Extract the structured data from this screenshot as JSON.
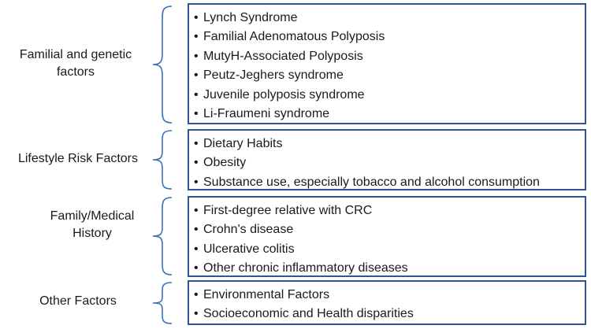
{
  "groups": [
    {
      "label": "Familial and genetic factors",
      "items": [
        "Lynch Syndrome",
        "Familial Adenomatous Polyposis",
        "MutyH-Associated Polyposis",
        "Peutz-Jeghers syndrome",
        "Juvenile polyposis syndrome",
        "Li-Fraumeni syndrome"
      ]
    },
    {
      "label": "Lifestyle Risk Factors",
      "items": [
        "Dietary Habits",
        "Obesity",
        "Substance use, especially tobacco and alcohol consumption"
      ]
    },
    {
      "label": "Family/Medical History",
      "items": [
        "First-degree relative with CRC",
        "Crohn's disease",
        "Ulcerative colitis",
        "Other chronic inflammatory diseases"
      ]
    },
    {
      "label": "Other Factors",
      "items": [
        "Environmental Factors",
        "Socioeconomic and Health disparities"
      ]
    }
  ],
  "colors": {
    "box_border": "#2f5597",
    "brace": "#3c6fb5",
    "text": "#1a1a1a"
  }
}
